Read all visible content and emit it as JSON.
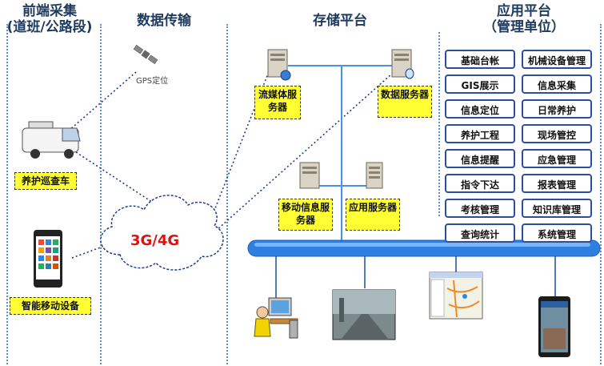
{
  "columns": {
    "front": {
      "title_line1": "前端采集",
      "title_line2": "(道班/公路段)"
    },
    "transmit": {
      "title": "数据传输"
    },
    "storage": {
      "title": "存储平台"
    },
    "app": {
      "title_line1": "应用平台",
      "title_line2": "（管理单位）"
    }
  },
  "front": {
    "vehicle_label": "养护巡查车",
    "device_label": "智能移动设备"
  },
  "transmit": {
    "gps_label": "GPS定位",
    "network_label": "3G/4G"
  },
  "servers": {
    "streaming": "流媒体服务器",
    "data": "数据服务器",
    "mobile": "移动信息服务器",
    "application": "应用服务器"
  },
  "modules": [
    "基础台帐",
    "机械设备管理",
    "GIS展示",
    "信息采集",
    "信息定位",
    "日常养护",
    "养护工程",
    "现场管控",
    "信息提醒",
    "应急管理",
    "指令下达",
    "报表管理",
    "考核管理",
    "知识库管理",
    "查询统计",
    "系统管理"
  ],
  "colors": {
    "divider": "#5b8fd6",
    "label_bg": "#ffff33",
    "module_border": "#2b4fa0",
    "bus": "#2f7fe0",
    "network_text": "#e01010"
  }
}
